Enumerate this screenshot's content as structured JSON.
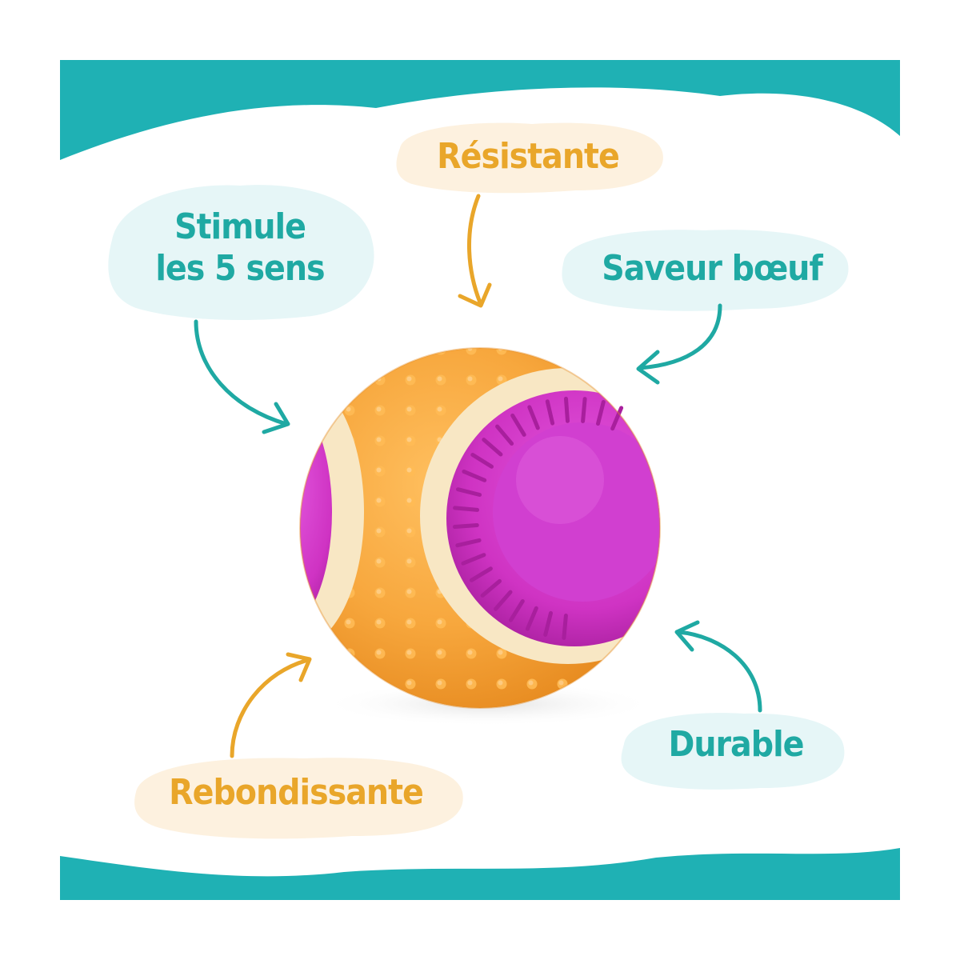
{
  "features": {
    "resistante": "Résistante",
    "stimule_line1": "Stimule",
    "stimule_line2": "les 5 sens",
    "saveur": "Saveur bœuf",
    "durable": "Durable",
    "rebondissante": "Rebondissante"
  },
  "colors": {
    "frame_teal": "#1fb1b4",
    "label_orange": "#e9a62a",
    "label_teal": "#1fa9a3",
    "bubble_peach": "#fdf1df",
    "bubble_aqua": "#e6f6f7",
    "ball_orange": "#f7a73d",
    "ball_magenta": "#cf33c3",
    "ball_cream": "#f8e7c4"
  },
  "icons": {
    "arrows": "curved-arrow-icon",
    "product": "ball-toy-icon"
  }
}
